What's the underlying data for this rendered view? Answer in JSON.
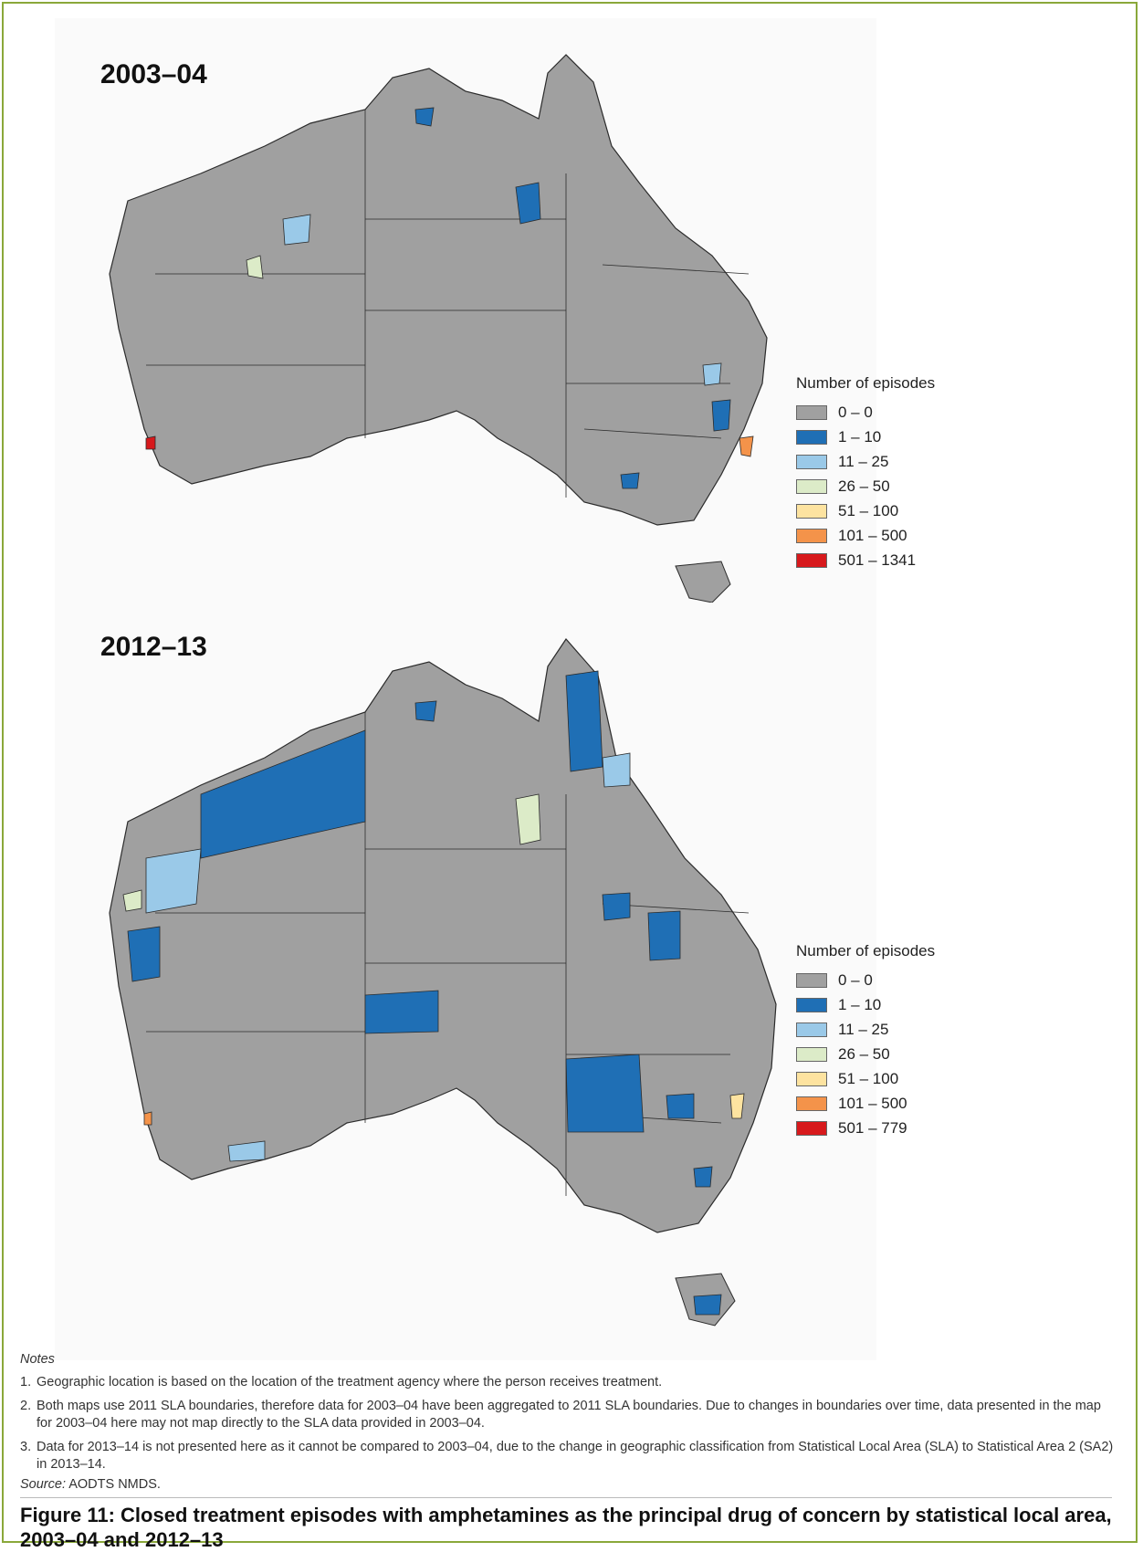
{
  "maps": [
    {
      "title": "2003–04",
      "legend_title": "Number of episodes",
      "legend": [
        {
          "label": "0 – 0",
          "color": "#a0a0a0"
        },
        {
          "label": "1 – 10",
          "color": "#1f6fb5"
        },
        {
          "label": "11 – 25",
          "color": "#9ac9e8"
        },
        {
          "label": "26 – 50",
          "color": "#dcebc8"
        },
        {
          "label": "51 – 100",
          "color": "#fde3a0"
        },
        {
          "label": "101 – 500",
          "color": "#f4934a"
        },
        {
          "label": "501 – 1341",
          "color": "#d7191c"
        }
      ]
    },
    {
      "title": "2012–13",
      "legend_title": "Number of episodes",
      "legend": [
        {
          "label": "0 – 0",
          "color": "#a0a0a0"
        },
        {
          "label": "1 – 10",
          "color": "#1f6fb5"
        },
        {
          "label": "11 – 25",
          "color": "#9ac9e8"
        },
        {
          "label": "26 – 50",
          "color": "#dcebc8"
        },
        {
          "label": "51 – 100",
          "color": "#fde3a0"
        },
        {
          "label": "101 – 500",
          "color": "#f4934a"
        },
        {
          "label": "501 – 779",
          "color": "#d7191c"
        }
      ]
    }
  ],
  "notes": {
    "heading": "Notes",
    "items": [
      {
        "num": "1.",
        "text": "Geographic location is based on the location of the treatment agency where the person receives treatment."
      },
      {
        "num": "2.",
        "text": "Both maps use 2011 SLA boundaries, therefore data for 2003–04 have been aggregated to 2011 SLA boundaries. Due to changes in boundaries over time, data presented in the map for 2003–04 here may not map directly to the SLA data provided in 2003–04."
      },
      {
        "num": "3.",
        "text": "Data for 2013–14 is not presented here as it cannot be compared to 2003–04, due to the change in geographic classification from Statistical Local Area (SLA) to Statistical Area 2 (SA2) in 2013–14."
      }
    ]
  },
  "source": {
    "label": "Source:",
    "text": "AODTS NMDS."
  },
  "caption": "Figure 11: Closed treatment episodes with amphetamines as the principal drug of concern by statistical local area, 2003–04 and 2012–13",
  "colors": {
    "frame": "#8aa83a",
    "land": "#a0a0a0",
    "border": "#2b2b2b"
  }
}
